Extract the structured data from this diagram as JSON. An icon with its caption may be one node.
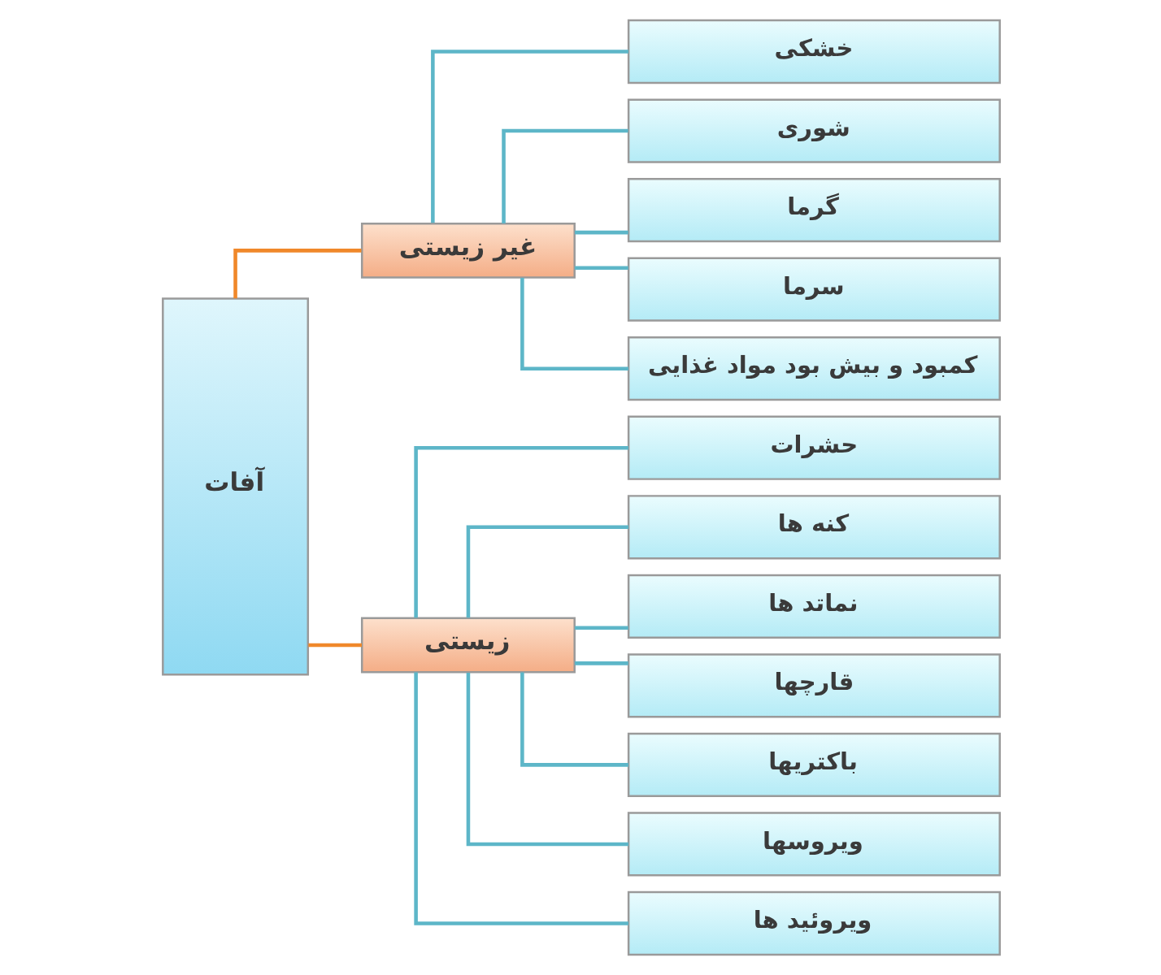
{
  "diagram": {
    "nodes": [
      {
        "text": [
          "آفات"
        ]
      },
      {
        "text": [
          "غیر زیستی"
        ]
      },
      {
        "text": [
          "خشکی"
        ]
      },
      {
        "text": [
          "شوری"
        ]
      },
      {
        "text": [
          "گرما"
        ]
      },
      {
        "text": [
          "سرما"
        ]
      },
      {
        "text": [
          "کمبود و بیش بود مواد غذایی"
        ]
      },
      {
        "text": [
          "زیستی"
        ]
      },
      {
        "text": [
          "حشرات"
        ]
      },
      {
        "text": [
          "کنه ها"
        ]
      },
      {
        "text": [
          "نماتد ها"
        ]
      },
      {
        "text": [
          "قارچها"
        ]
      },
      {
        "text": [
          "باکتریها"
        ]
      },
      {
        "text": [
          "ویروسها"
        ]
      },
      {
        "text": [
          "ویروئید ها"
        ]
      }
    ],
    "edges": [
      {
        "from": 0,
        "to": 1,
        "arrow": "none",
        "color": "#f0882a"
      },
      {
        "from": 0,
        "to": 7,
        "arrow": "none",
        "color": "#f0882a"
      },
      {
        "from": 1,
        "to": 2,
        "arrow": "none"
      },
      {
        "from": 1,
        "to": 3,
        "arrow": "none"
      },
      {
        "from": 1,
        "to": 4,
        "arrow": "none"
      },
      {
        "from": 1,
        "to": 5,
        "arrow": "none"
      },
      {
        "from": 1,
        "to": 6,
        "arrow": "none"
      },
      {
        "from": 7,
        "to": 8,
        "arrow": "none"
      },
      {
        "from": 7,
        "to": 9,
        "arrow": "none"
      },
      {
        "from": 7,
        "to": 10,
        "arrow": "none"
      },
      {
        "from": 7,
        "to": 11,
        "arrow": "none"
      },
      {
        "from": 7,
        "to": 12,
        "arrow": "none"
      },
      {
        "from": 7,
        "to": 13,
        "arrow": "none"
      },
      {
        "from": 7,
        "to": 14,
        "arrow": "none"
      }
    ]
  }
}
